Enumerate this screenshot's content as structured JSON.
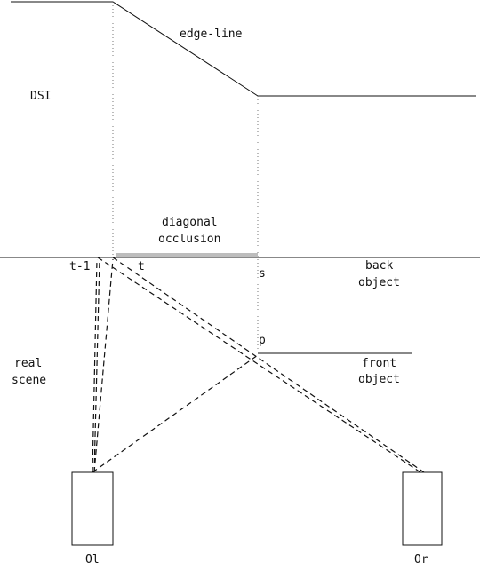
{
  "labels": {
    "edge_line": "edge-line",
    "dsi": "DSI",
    "diagonal_occlusion_1": "diagonal",
    "diagonal_occlusion_2": "occlusion",
    "t_minus_1": "t-1",
    "t": "t",
    "s": "s",
    "p": "p",
    "back_object_1": "back",
    "back_object_2": "object",
    "real_scene_1": "real",
    "real_scene_2": "scene",
    "front_object_1": "front",
    "front_object_2": "object",
    "camera_left": "Ol",
    "camera_right": "Or"
  },
  "colors": {
    "line": "#111111",
    "guide": "#777777",
    "occlusion_band": "#bdbdbd"
  }
}
